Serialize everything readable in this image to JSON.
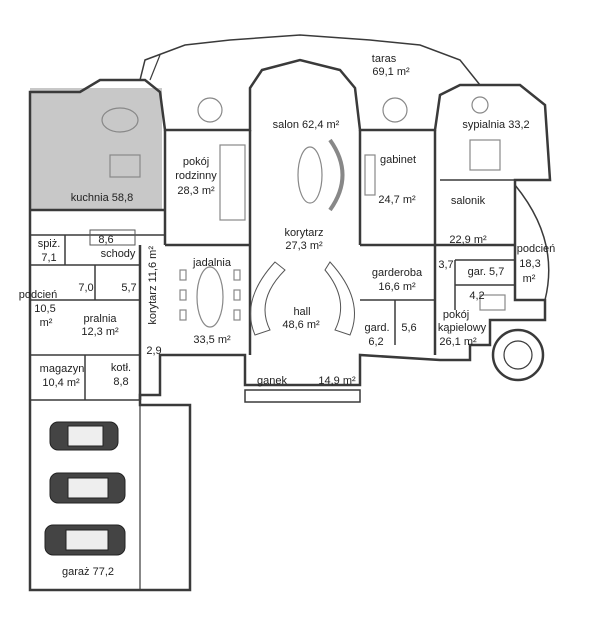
{
  "rooms": {
    "taras": {
      "name": "taras",
      "area": "69,1 m²"
    },
    "salon": {
      "label": "salon 62,4 m²"
    },
    "sypialnia": {
      "label": "sypialnia 33,2"
    },
    "pokoj_rodzinny": {
      "line1": "pokój",
      "line2": "rodzinny",
      "area": "28,3 m²"
    },
    "kuchnia": {
      "label": "kuchnia 58,8"
    },
    "gabinet": {
      "name": "gabinet",
      "area": "24,7 m²"
    },
    "salonik": {
      "name": "salonik",
      "area": "22,9 m²"
    },
    "korytarz_top": {
      "name": "korytarz",
      "area": "27,3 m²"
    },
    "spiz": {
      "name": "spiż.",
      "area": "7,1"
    },
    "schody": {
      "area": "8,6",
      "name": "schody"
    },
    "jadalnia": {
      "name": "jadalnia",
      "area": "33,5 m²"
    },
    "korytarz_left": {
      "label": "korytarz 11,6 m²"
    },
    "hall": {
      "name": "hall",
      "area": "48,6 m²"
    },
    "garderoba": {
      "name": "garderoba",
      "area": "16,6 m²"
    },
    "room_3_7": {
      "area": "3,7"
    },
    "gar": {
      "label": "gar. 5,7"
    },
    "podcien_right": {
      "name": "podcień",
      "area": "18,3",
      "unit": "m²"
    },
    "room_4_2": {
      "area": "4,2"
    },
    "room_7_0": {
      "area": "7,0"
    },
    "room_5_7": {
      "area": "5,7"
    },
    "podcien_left": {
      "name": "podcień",
      "area": "10,5",
      "unit": "m²"
    },
    "pralnia": {
      "name": "pralnia",
      "area": "12,3 m²"
    },
    "gard": {
      "name": "gard.",
      "area": "6,2"
    },
    "room_5_6": {
      "area": "5,6"
    },
    "pokoj_kapielowy": {
      "line1": "pokój",
      "line2": "kąpielowy",
      "area": "26,1 m²"
    },
    "room_2_9": {
      "area": "2,9"
    },
    "magazyn": {
      "name": "magazyn",
      "area": "10,4 m²"
    },
    "kotl": {
      "name": "kotł.",
      "area": "8,8"
    },
    "ganek": {
      "name": "ganek",
      "area": "14,9 m²"
    },
    "garaz": {
      "label": "garaż 77,2"
    }
  },
  "colors": {
    "wall": "#3a3a3a",
    "kitchen_fill": "#c8c8c8",
    "furniture": "#888888",
    "stairs": "#555555"
  }
}
